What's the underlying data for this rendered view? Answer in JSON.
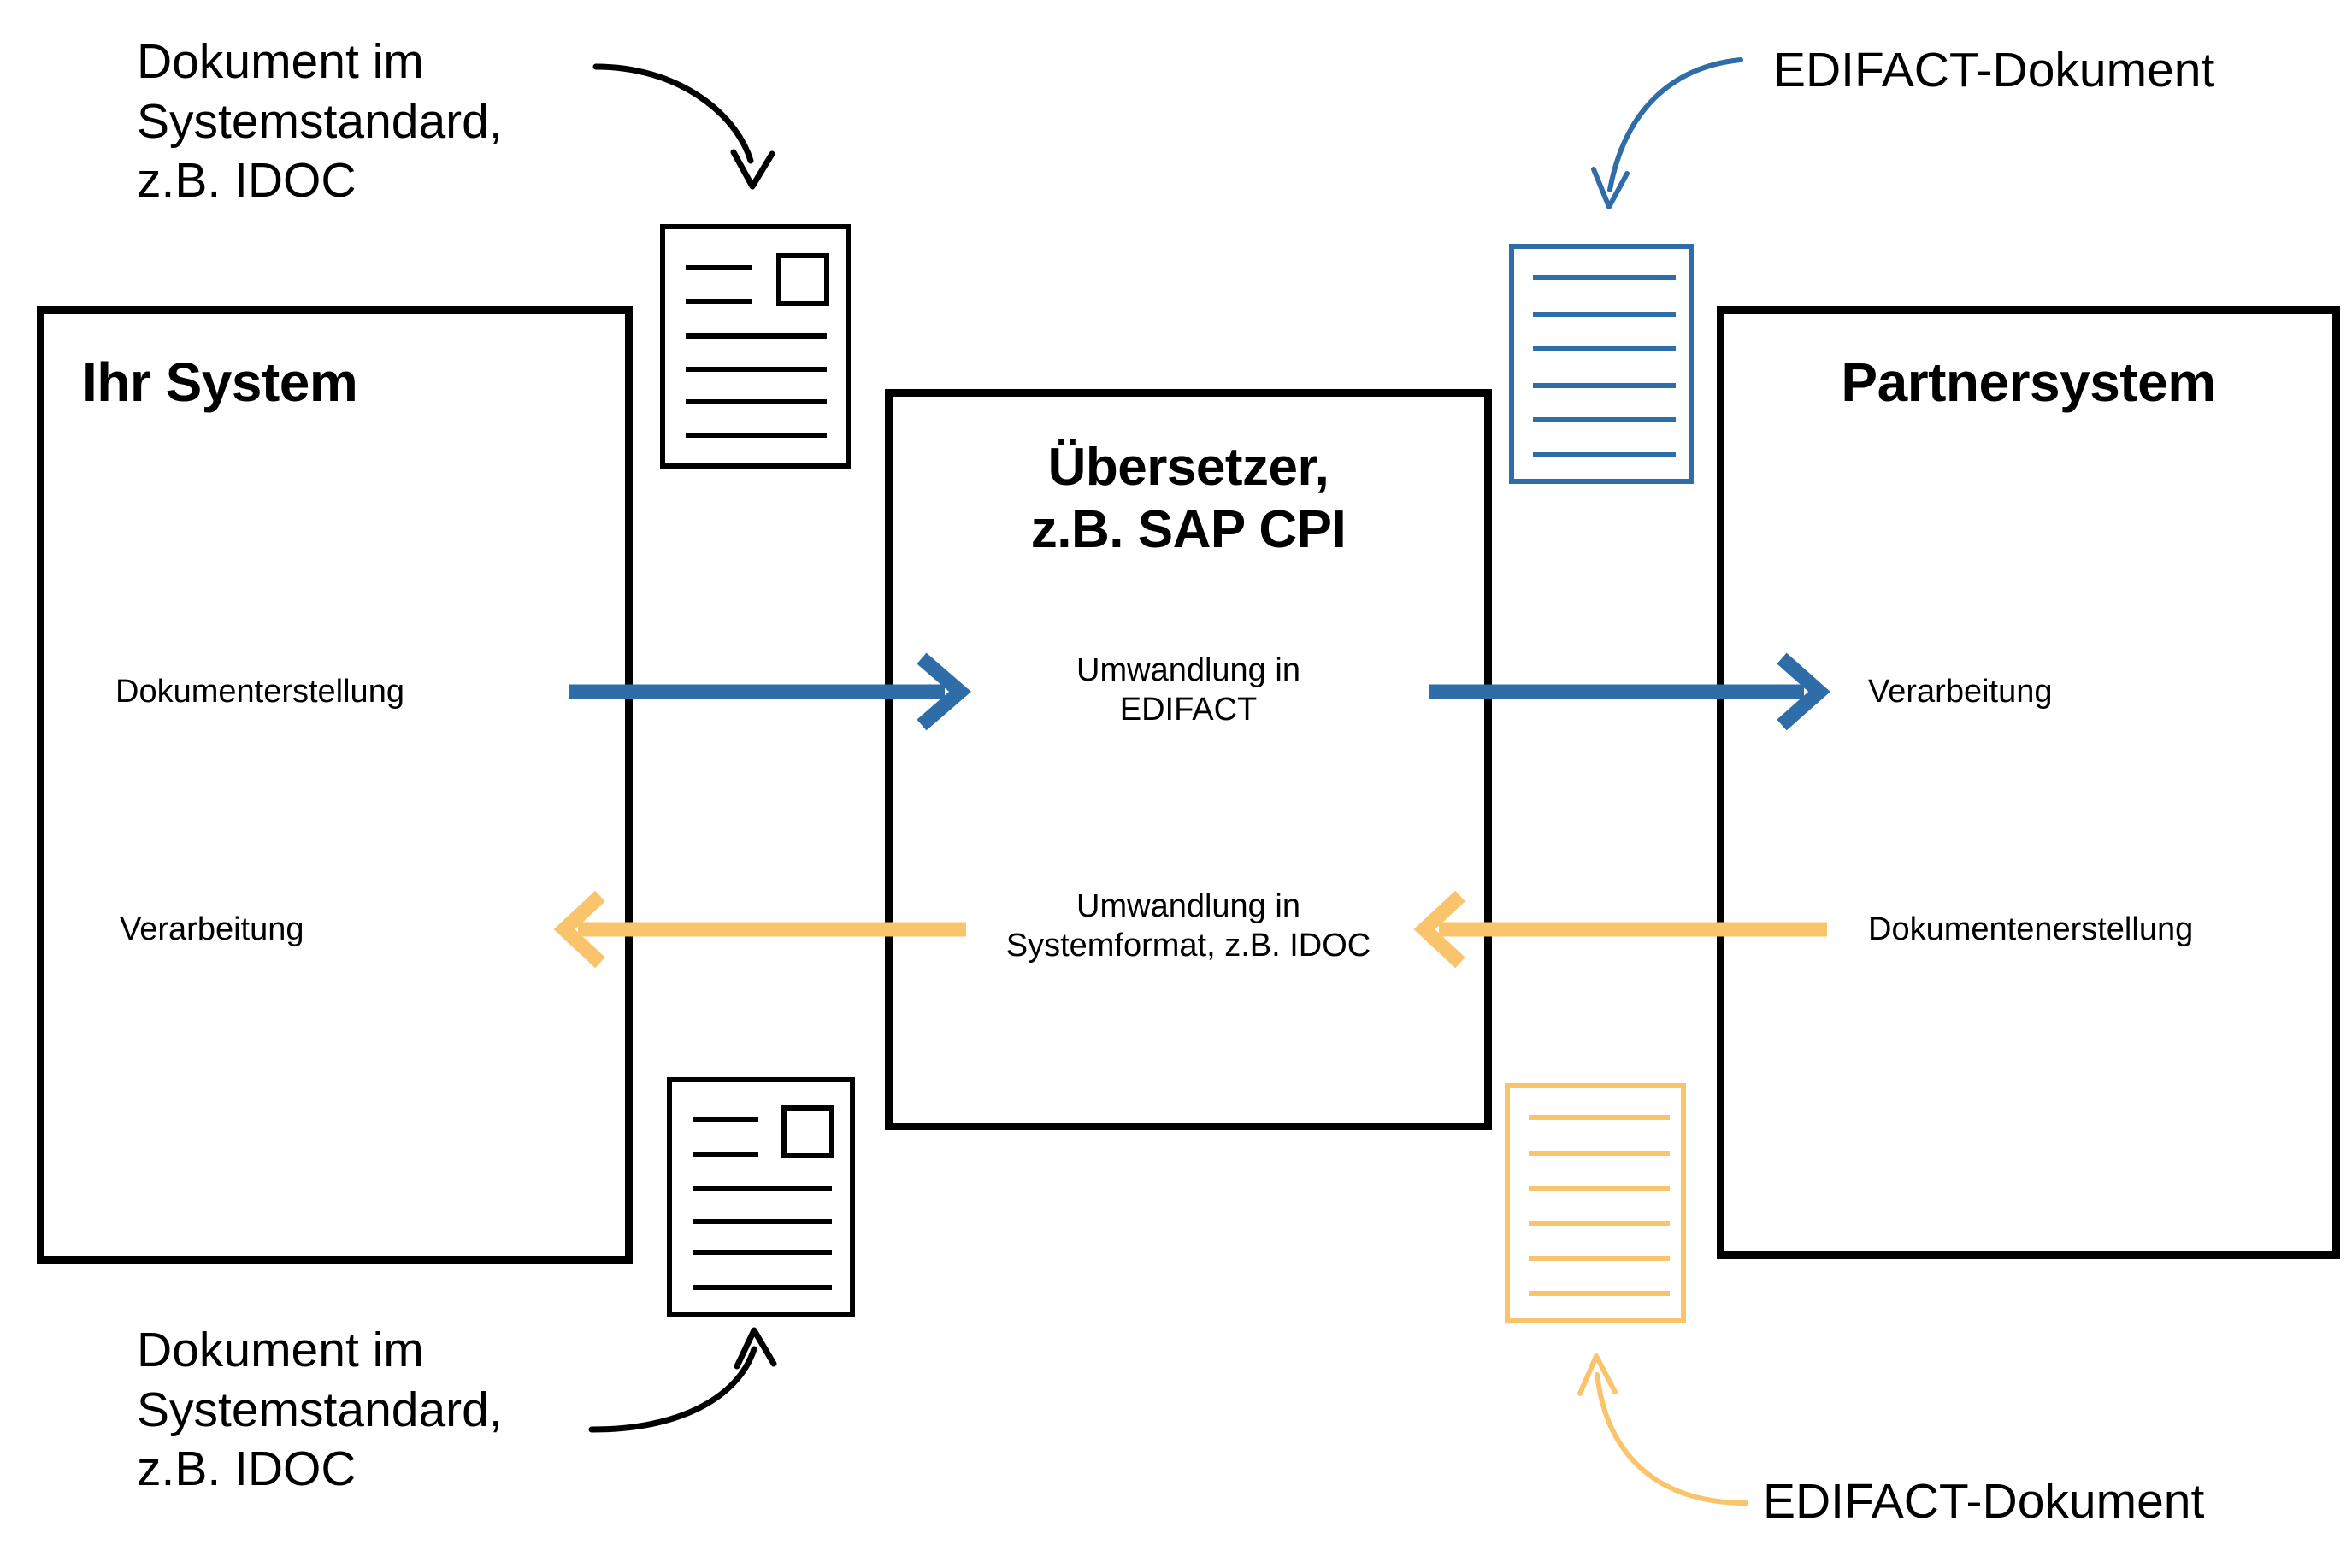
{
  "diagram": {
    "title_left": "Ihr System",
    "title_center": "Übersetzer,\nz.B. SAP CPI",
    "title_right": "Partnersystem",
    "colors": {
      "blue": "#2E6DA8",
      "yellow": "#F9C46B",
      "black": "#000000",
      "background": "#FFFFFF"
    }
  },
  "callouts": {
    "top_left": "Dokument im\nSystemstandard,\nz.B. IDOC",
    "top_right": "EDIFACT-Dokument",
    "bottom_left": "Dokument im\nSystemstandard,\nz.B. IDOC",
    "bottom_right": "EDIFACT-Dokument"
  },
  "flows": {
    "outbound": {
      "source_label": "Dokumenterstellung",
      "translate_label": "Umwandlung in\nEDIFACT",
      "target_label": "Verarbeitung",
      "direction": "left-to-right",
      "color": "#2E6DA8"
    },
    "inbound": {
      "source_label": "Dokumentenerstellung",
      "translate_label": "Umwandlung in\nSystemformat, z.B. IDOC",
      "target_label": "Verarbeitung",
      "direction": "right-to-left",
      "color": "#F9C46B"
    }
  },
  "documents": {
    "top_left_doc": {
      "style": "black",
      "lines": 6,
      "has_square": true
    },
    "top_right_doc": {
      "style": "blue",
      "lines": 6,
      "has_square": false
    },
    "bottom_left_doc": {
      "style": "black",
      "lines": 6,
      "has_square": true
    },
    "bottom_right_doc": {
      "style": "yellow",
      "lines": 6,
      "has_square": false
    }
  }
}
